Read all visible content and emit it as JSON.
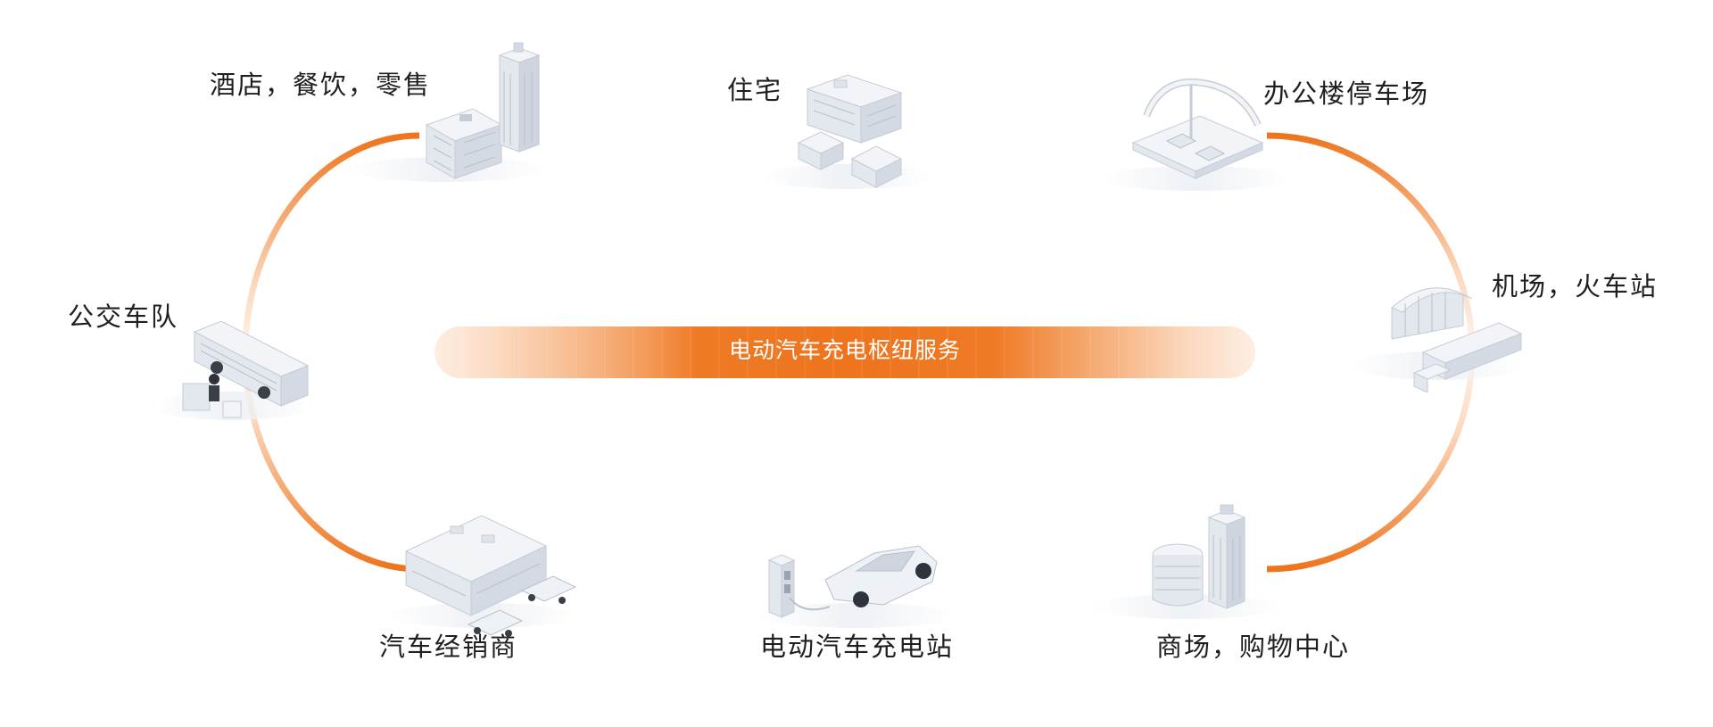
{
  "hub": {
    "label": "电动汽车充电枢纽服务"
  },
  "locations": {
    "hotel": "酒店，餐饮，零售",
    "residence": "住宅",
    "office_parking": "办公楼停车场",
    "airport": "机场，火车站",
    "bus_fleet": "公交车队",
    "dealer": "汽车经销商",
    "ev_station": "电动汽车充电站",
    "mall": "商场，购物中心"
  },
  "colors": {
    "accent": "#ee741d",
    "accent_light": "#fbd9bf",
    "building": "#e3e7ee",
    "building_dark": "#c5ccd7",
    "text": "#1f1f1f"
  },
  "icons": [
    "hotel-building-icon",
    "house-icon",
    "parking-garage-icon",
    "airport-icon",
    "bus-icon",
    "dealership-icon",
    "charging-station-icon",
    "shopping-mall-icon"
  ]
}
